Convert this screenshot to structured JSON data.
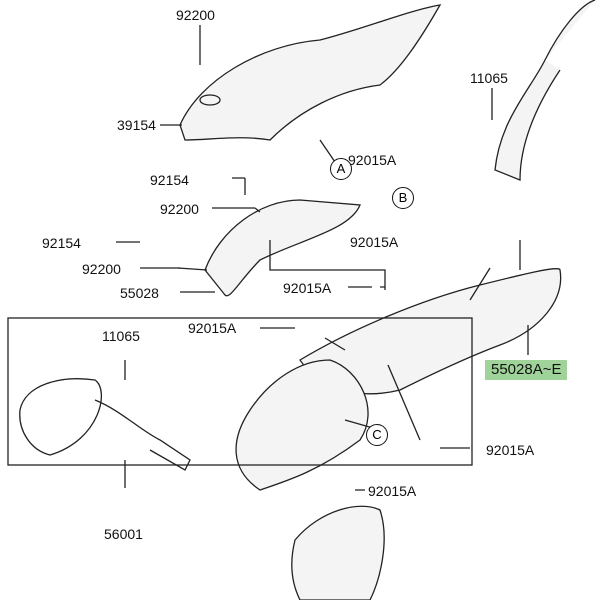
{
  "labels": {
    "l92200_top": "92200",
    "l39154": "39154",
    "l92015A_a": "92015A",
    "l11065_right": "11065",
    "l92154_1": "92154",
    "l92200_2": "92200",
    "l92015A_b": "92015A",
    "l92154_2": "92154",
    "l92200_3": "92200",
    "l55028": "55028",
    "l92015A_c": "92015A",
    "l92015A_d": "92015A",
    "l55028AE": "55028A~E",
    "l11065_left": "11065",
    "l92015A_e": "92015A",
    "l92015A_f": "92015A",
    "l56001": "56001"
  },
  "callouts": {
    "a": "A",
    "b": "B",
    "c": "C"
  },
  "colors": {
    "highlight": "#9fd39a"
  }
}
